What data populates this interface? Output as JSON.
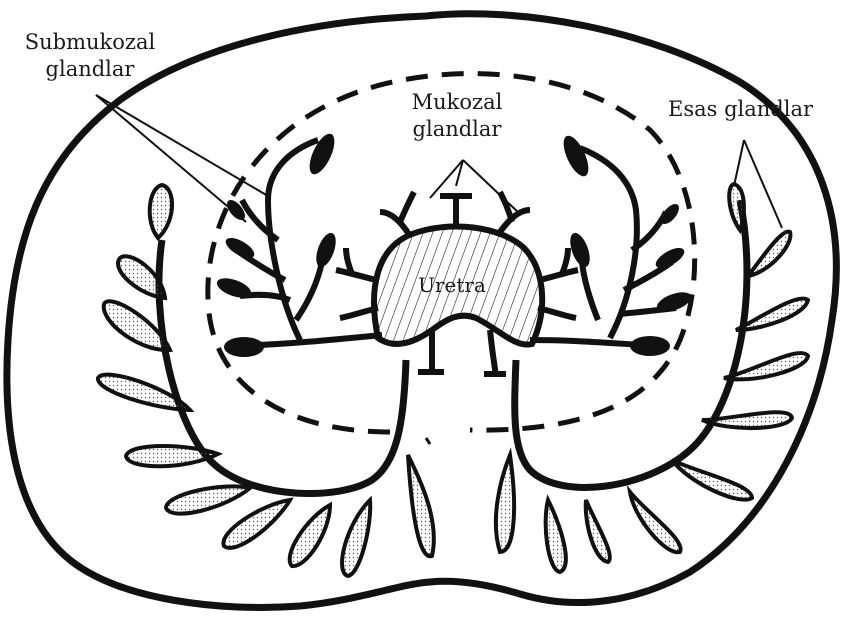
{
  "labels": {
    "submucosal_line1": "Submukozal",
    "submucosal_line2": "glandlar",
    "mucosal_line1": "Mukozal",
    "mucosal_line2": "glandlar",
    "main": "Esas glandlar",
    "urethra": "Uretra"
  },
  "colors": {
    "ink": "#111111",
    "paper": "#ffffff",
    "stipple": "#555555"
  }
}
